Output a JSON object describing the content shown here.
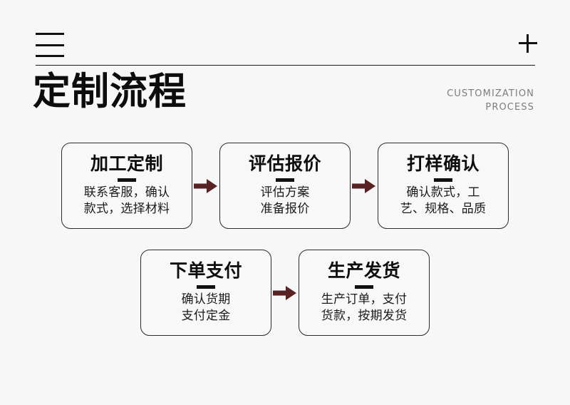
{
  "header": {
    "menu_icon": "hamburger-menu-icon",
    "plus_icon": "plus-icon",
    "title": "定制流程",
    "eyebrow_line1": "CUSTOMIZATION",
    "eyebrow_line2": "PROCESS"
  },
  "colors": {
    "background": "#f7f7f7",
    "text": "#0d0d0d",
    "eyebrow": "#7d7d7d",
    "card_border": "#2b2b2b",
    "arrow": "#5a2222"
  },
  "flow": {
    "rows": [
      {
        "cards": [
          {
            "title": "加工定制",
            "desc": "联系客服，确认\n款式，选择材料"
          },
          {
            "title": "评估报价",
            "desc": "评估方案\n准备报价"
          },
          {
            "title": "打样确认",
            "desc": "确认款式，工\n艺、规格、品质"
          }
        ],
        "arrows": [
          "arrow-right-icon",
          "arrow-right-icon"
        ]
      },
      {
        "cards": [
          {
            "title": "下单支付",
            "desc": "确认货期\n支付定金"
          },
          {
            "title": "生产发货",
            "desc": "生产订单，支付\n货款，按期发货"
          }
        ],
        "arrows": [
          "arrow-right-icon"
        ]
      }
    ]
  }
}
